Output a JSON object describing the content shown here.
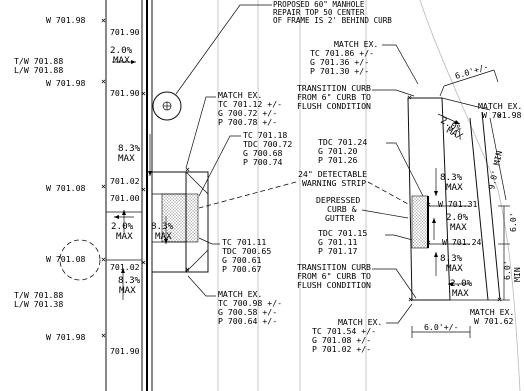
{
  "left_elevations": {
    "w_top": "W 701.98",
    "w_top_mid": "701.90",
    "tw_upper": "T/W 701.88",
    "lw_upper": "L/W 701.88",
    "w_second": "W 701.98",
    "w_second_mid": "701.90",
    "w_middle": "W 701.08",
    "w_middle_a": "701.02",
    "w_middle_b": "701.00",
    "w_lower": "W 701.08",
    "w_lower_mid": "701.02",
    "tw_lower": "T/W 701.88",
    "lw_lower": "L/W 701.38",
    "w_bottom": "W 701.98",
    "w_bottom_mid": "701.90"
  },
  "slopes": {
    "s1": "2.0%",
    "s1_note": "MAX",
    "s2": "8.3%",
    "s2_note": "MAX",
    "s3": "2.0%",
    "s3_note": "MAX",
    "s4": "8.3%",
    "s4_note": "MAX",
    "s5": "8.3%",
    "s5_note": "MAX",
    "r1": "2.0%",
    "r1_note": "MAX",
    "r2": "8.3%",
    "r2_note": "MAX",
    "r3": "2.0%",
    "r3_note": "MAX",
    "r4": "8.3%",
    "r4_note": "MAX",
    "r5": "2.0%",
    "r5_note": "MAX"
  },
  "manhole_note": {
    "line1": "PROPOSED 60\" MANHOLE",
    "line2": "REPAIR TOP 50 CENTER",
    "line3": "OF FRAME IS 2' BEHIND CURB"
  },
  "match_ex_1": {
    "title": "MATCH EX.",
    "tc": "TC  701.12 +/-",
    "g": "G   700.72 +/-",
    "p": "P   700.78 +/-"
  },
  "elev_block_1": {
    "tc": "TC   701.18",
    "tdc": "TDC  700.72",
    "g": "G    700.68",
    "p": "P    700.74"
  },
  "detectable_strip": {
    "line1": "24\" DETECTABLE",
    "line2": "WARNING STRIP"
  },
  "elev_block_2": {
    "tc": "TC   701.11",
    "tdc": "TDC  700.65",
    "g": "G    700.61",
    "p": "P    700.67"
  },
  "match_ex_2": {
    "title": "MATCH EX.",
    "tc": "TC  700.98 +/-",
    "g": "G   700.58 +/-",
    "p": "P   700.64 +/-"
  },
  "match_ex_3": {
    "title": "MATCH EX.",
    "tc": "TC  701.86 +/-",
    "g": "G   701.36 +/-",
    "p": "P   701.30 +/-"
  },
  "transition_curb_1": {
    "line1": "TRANSITION CURB",
    "line2": "FROM 6\" CURB TO",
    "line3": "FLUSH CONDITION"
  },
  "elev_block_3": {
    "tdc": "TDC  701.24",
    "g": "G    701.20",
    "p": "P    701.26"
  },
  "depressed": {
    "line1": "DEPRESSED",
    "line2": "CURB &",
    "line3": "GUTTER"
  },
  "elev_block_4": {
    "tdc": "TDC  701.15",
    "g": "G    701.11",
    "p": "P    701.17"
  },
  "transition_curb_2": {
    "line1": "TRANSITION CURB",
    "line2": "FROM 6\" CURB TO",
    "line3": "FLUSH CONDITION"
  },
  "match_ex_4": {
    "title": "MATCH EX.",
    "tc": "TC  701.54 +/-",
    "g": "G   701.08 +/-",
    "p": "P   701.02 +/-"
  },
  "right_elevations": {
    "w_31": "W 701.31",
    "w_24": "W 701.24",
    "match_ex_top": "MATCH EX.",
    "w_top": "W 701.98",
    "match_ex_bot": "MATCH EX.",
    "w_bot": "W 701.62"
  },
  "dimensions": {
    "d_top": "6.0'+/-",
    "d_bottom": "6.0'+/-",
    "d_9min": "9.0' MIN",
    "d_6a": "6.0'",
    "d_6b": "6.0'",
    "d_min": "MIN"
  }
}
